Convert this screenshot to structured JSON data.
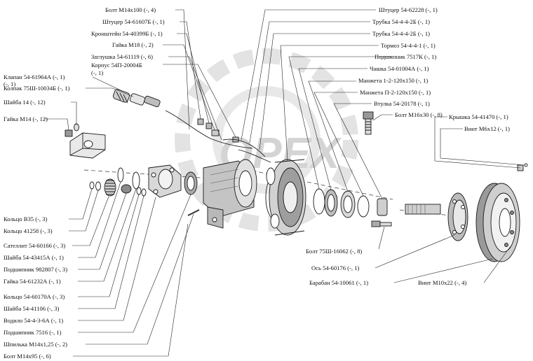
{
  "watermark": "OPEX",
  "labels_left": [
    {
      "id": "kolco-v35",
      "text": "Кольцо В35 (-, 3)"
    },
    {
      "id": "kolco-41258",
      "text": "Кольцо 41258 (-, 3)"
    },
    {
      "id": "satellit",
      "text": "Сателлит 54-60166 (-, 3)"
    },
    {
      "id": "shaiba-43415a",
      "text": "Шайба 54-43415А (-, 1)"
    },
    {
      "id": "podshipnik-982807",
      "text": "Подшипник 982807 (-, 3)"
    },
    {
      "id": "gaika-61232a",
      "text": "Гайка 54-61232А (-, 1)"
    },
    {
      "id": "kolco-60170a",
      "text": "Кольцо 54-60170А (-, 3)"
    },
    {
      "id": "shaiba-41106",
      "text": "Шайба 54-41106 (-, 3)"
    },
    {
      "id": "vodilo",
      "text": "Водило 54-4-3-6А (-, 1)"
    },
    {
      "id": "podshipnik-7516",
      "text": "Подшипник 7516 (-, 1)"
    },
    {
      "id": "shpilka",
      "text": "Шпилька М14х1,25 (-, 2)"
    },
    {
      "id": "bolt-m14x95",
      "text": "Болт М14х95 (-, 6)"
    }
  ],
  "labels_top": [
    {
      "id": "bolt-m14x100",
      "text": "Болт М14х100 (-, 4)"
    },
    {
      "id": "shtucer-61607b",
      "text": "Штуцер 54-61607Б (-, 1)"
    },
    {
      "id": "kronshtein",
      "text": "Кронштейн 54-40399Б (-, 1)"
    },
    {
      "id": "gaika-m18",
      "text": "Гайка М18 (-, 2)"
    },
    {
      "id": "zaglushka",
      "text": "Заглушка 54-61119 (-, 6)"
    },
    {
      "id": "korpus-1",
      "text": "Корпус 54П-20004Б"
    },
    {
      "id": "korpus-2",
      "text": "(-, 1)"
    },
    {
      "id": "klapan-1",
      "text": "Клапан 54-61964А (-, 1)"
    },
    {
      "id": "klapan-2",
      "text": "(-, 1)"
    },
    {
      "id": "kolpak",
      "text": "Колпак 75Ш-10034Б (-, 1)"
    },
    {
      "id": "shaiba-14",
      "text": "Шайба 14 (-, 12)"
    },
    {
      "id": "gaika-m14",
      "text": "Гайка М14 (-, 12)"
    }
  ],
  "labels_right": [
    {
      "id": "shtucer-62228",
      "text": "Штуцер 54-62228 (-, 1)"
    },
    {
      "id": "trubka-1",
      "text": "Трубка 54-4-4-2Б (-, 1)"
    },
    {
      "id": "trubka-2",
      "text": "Трубка 54-4-4-2Б (-, 1)"
    },
    {
      "id": "tormoz",
      "text": "Тормоз 54-4-4-1 (-, 1)"
    },
    {
      "id": "podshipnik-7517k",
      "text": "Подшипник 7517К (-, 1)"
    },
    {
      "id": "chashka",
      "text": "Чашка 54-01004А (-, 1)"
    },
    {
      "id": "manzheta-1",
      "text": "Манжета 1-2-120х150 (-, 1)"
    },
    {
      "id": "manzheta-2",
      "text": "Манжета П-2-120х150 (-, 1)"
    },
    {
      "id": "vtulka",
      "text": "Втулка 54-20178 (-, 1)"
    },
    {
      "id": "bolt-m16x30",
      "text": "Болт М16х30 (-, 8)"
    },
    {
      "id": "kryshka",
      "text": "Крышка 54-41470 (-, 1)"
    },
    {
      "id": "vint-m6x12",
      "text": "Винт М6х12 (-, 1)"
    }
  ],
  "labels_bottom": [
    {
      "id": "bolt-75sh",
      "text": "Болт 75Ш-16062 (-, 8)"
    },
    {
      "id": "os",
      "text": "Ось 54-60176 (-, 1)"
    },
    {
      "id": "baraban",
      "text": "Барабан 54-10061 (-, 1)"
    },
    {
      "id": "vint-m10x22",
      "text": "Винт М10х22 (-, 4)"
    }
  ]
}
